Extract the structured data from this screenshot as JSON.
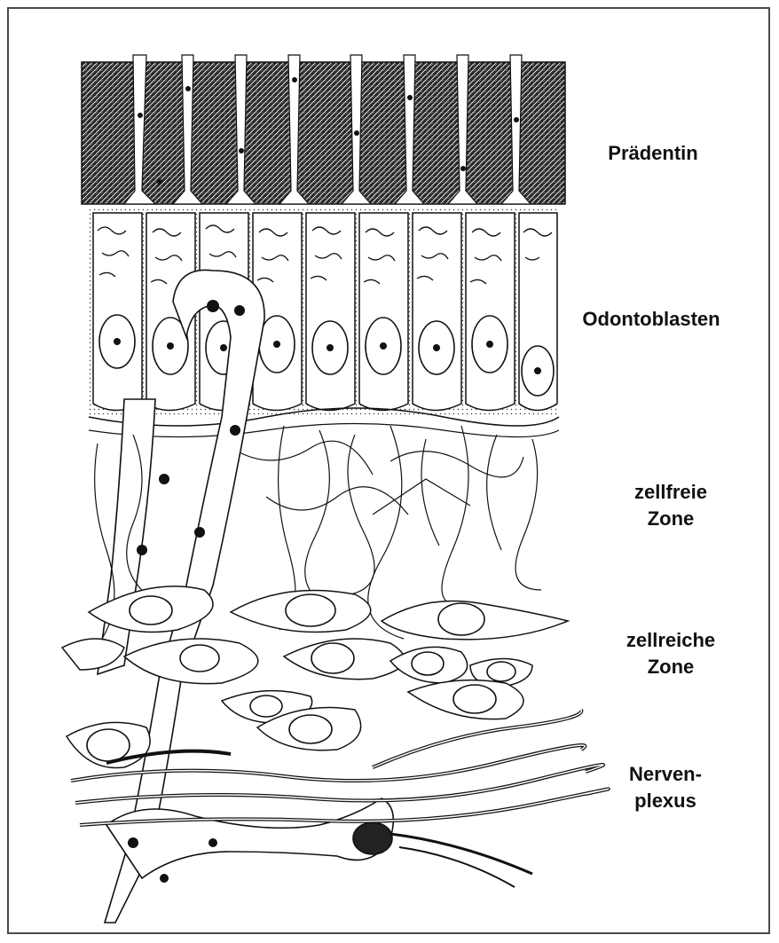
{
  "figure": {
    "labels": {
      "pradentin": "Prädentin",
      "odontoblasten": "Odontoblasten",
      "zellfreie": [
        "zellfreie",
        "Zone"
      ],
      "zellreiche": [
        "zellreiche",
        "Zone"
      ],
      "nervenplexus": [
        "Nerven-",
        "plexus"
      ]
    }
  },
  "colors": {
    "ink": "#111111",
    "frame": "#4a4a4a",
    "background": "#ffffff"
  }
}
